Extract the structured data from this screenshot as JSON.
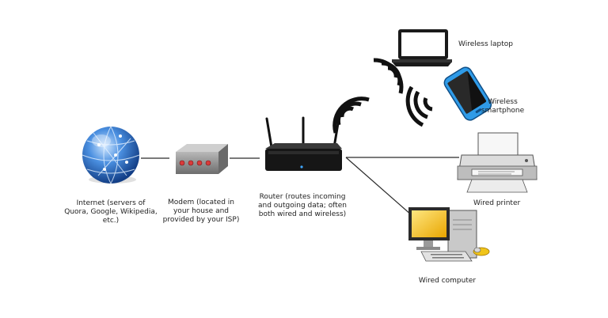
{
  "nodes": {
    "internet": {
      "label": "Internet (servers of Quora, Google, Wikipedia, etc.)",
      "icon": "globe-icon"
    },
    "modem": {
      "label": "Modem (located in your house and provided by your ISP)",
      "icon": "modem-icon"
    },
    "router": {
      "label": "Router (routes incoming and outgoing data; often both wired and wireless)",
      "icon": "router-icon"
    },
    "laptop": {
      "label": "Wireless laptop",
      "icon": "laptop-icon"
    },
    "smartphone": {
      "label": "Wireless smartphone",
      "icon": "smartphone-icon"
    },
    "printer": {
      "label": "Wired printer",
      "icon": "printer-icon"
    },
    "computer": {
      "label": "Wired computer",
      "icon": "desktop-computer-icon"
    }
  },
  "colors": {
    "line": "#2b2b2b",
    "globe": "#2f6fc4",
    "modem_lights": "#d93a3a",
    "phone": "#2f9be8",
    "monitor_screen": "#f0c419"
  }
}
